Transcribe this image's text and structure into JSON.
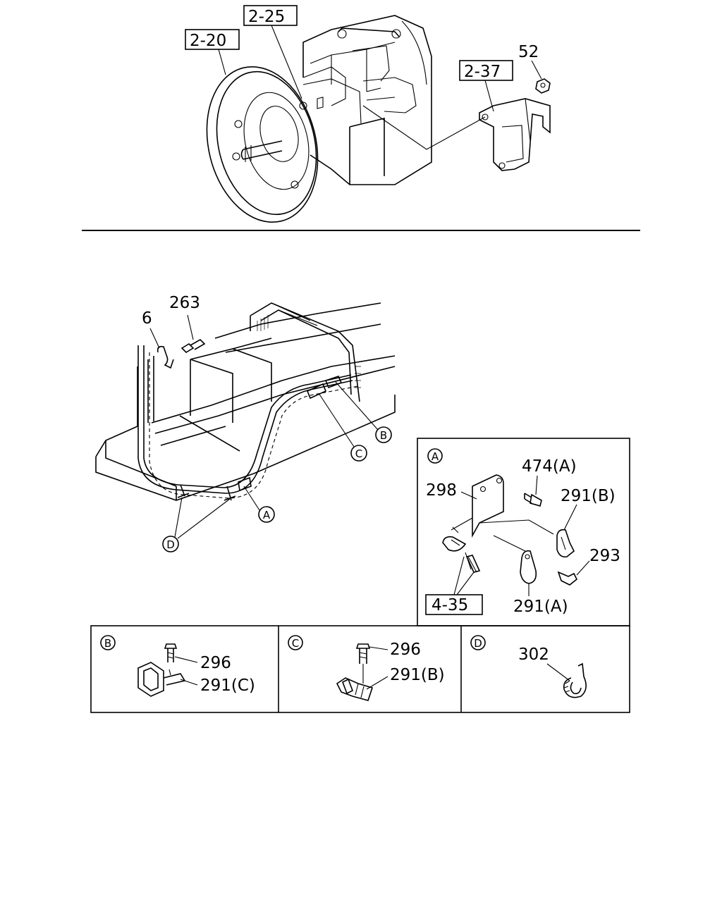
{
  "top_labels": {
    "ref_2_20": "2-20",
    "ref_2_25": "2-25",
    "ref_2_37": "2-37",
    "part_52": "52"
  },
  "frame_labels": {
    "part_263": "263",
    "part_6": "6",
    "view_a": "A",
    "view_b": "B",
    "view_c": "C",
    "view_d": "D"
  },
  "detail_a": {
    "view": "A",
    "part_474a": "474(A)",
    "part_298": "298",
    "part_291b": "291(B)",
    "part_293": "293",
    "ref_4_35": "4-35",
    "part_291a": "291(A)"
  },
  "detail_b": {
    "view": "B",
    "part_296": "296",
    "part_291c": "291(C)"
  },
  "detail_c": {
    "view": "C",
    "part_296": "296",
    "part_291b": "291(B)"
  },
  "detail_d": {
    "view": "D",
    "part_302": "302"
  }
}
